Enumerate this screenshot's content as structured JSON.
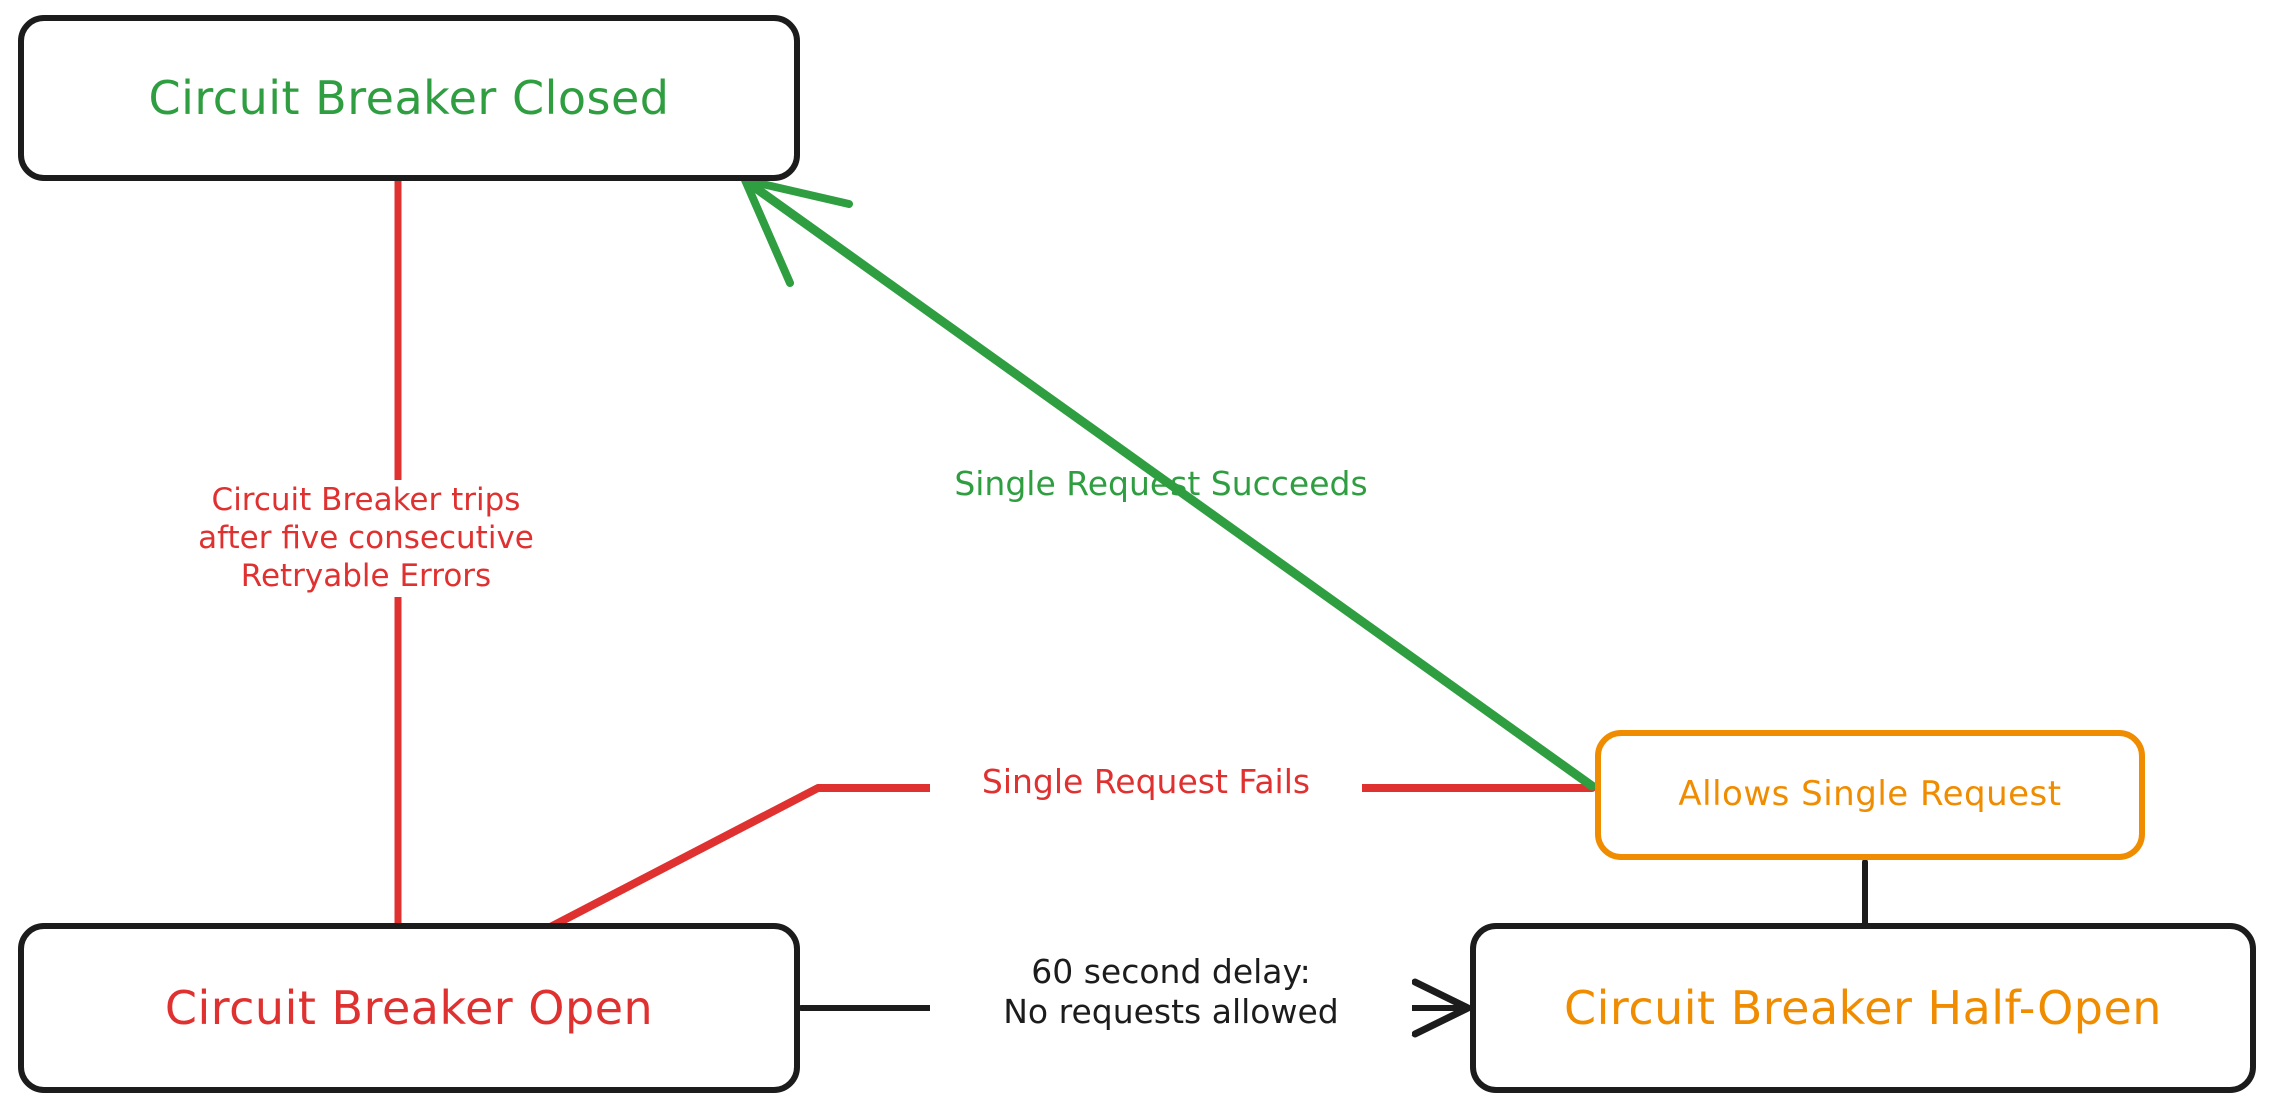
{
  "diagram": {
    "type": "state-diagram",
    "title": "Circuit Breaker State Diagram",
    "background_color": "#ffffff",
    "colors": {
      "green": "#2f9e41",
      "red": "#e03131",
      "orange": "#f08c00",
      "black": "#1c1c1c"
    },
    "nodes": [
      {
        "id": "closed",
        "label": "Circuit Breaker Closed",
        "text_color": "#2f9e41",
        "border_color": "#1c1c1c"
      },
      {
        "id": "open",
        "label": "Circuit Breaker Open",
        "text_color": "#e03131",
        "border_color": "#1c1c1c"
      },
      {
        "id": "half_open",
        "label": "Circuit Breaker Half-Open",
        "text_color": "#f08c00",
        "border_color": "#1c1c1c"
      },
      {
        "id": "allows_single_request",
        "label": "Allows Single Request",
        "text_color": "#f08c00",
        "border_color": "#f08c00"
      }
    ],
    "edges": [
      {
        "id": "closed-to-open",
        "from": "closed",
        "to": "open",
        "label": "Circuit Breaker trips\nafter five consecutive\nRetryable Errors",
        "color": "#e03131"
      },
      {
        "id": "allows-to-closed",
        "from": "allows_single_request",
        "to": "closed",
        "label": "Single Request Succeeds",
        "color": "#2f9e41"
      },
      {
        "id": "allows-to-open",
        "from": "allows_single_request",
        "to": "open",
        "label": "Single Request Fails",
        "color": "#e03131"
      },
      {
        "id": "open-to-halfopen",
        "from": "open",
        "to": "half_open",
        "label": "60 second delay:\nNo requests allowed",
        "color": "#1c1c1c"
      },
      {
        "id": "halfopen-to-allows",
        "from": "half_open",
        "to": "allows_single_request",
        "label": "",
        "color": "#1c1c1c"
      }
    ]
  }
}
